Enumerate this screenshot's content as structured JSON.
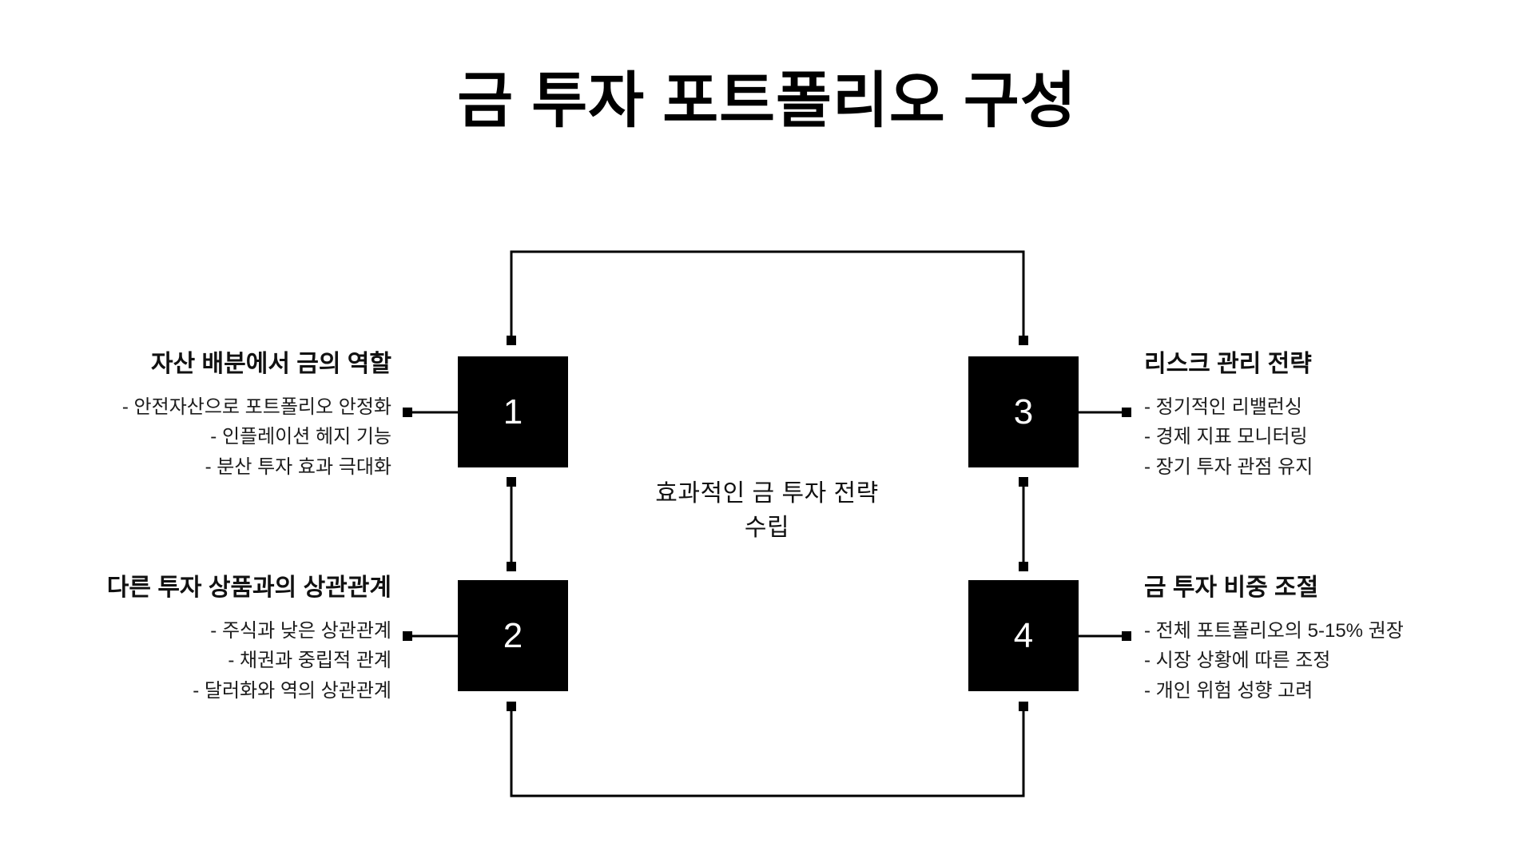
{
  "page": {
    "title": "금 투자 포트폴리오 구성",
    "background_color": "#ffffff",
    "box_color": "#000000",
    "box_text_color": "#ffffff",
    "text_color": "#111111",
    "connector_color": "#000000"
  },
  "center": {
    "caption_line1": "효과적인 금 투자 전략",
    "caption_line2": "수립"
  },
  "nodes": [
    {
      "number": "1",
      "side": "left",
      "title": "자산 배분에서 금의 역할",
      "items": [
        "- 안전자산으로 포트폴리오 안정화",
        "- 인플레이션 헤지 기능",
        "- 분산 투자 효과 극대화"
      ]
    },
    {
      "number": "2",
      "side": "left",
      "title": "다른 투자 상품과의 상관관계",
      "items": [
        "- 주식과 낮은 상관관계",
        "- 채권과 중립적 관계",
        "- 달러화와 역의 상관관계"
      ]
    },
    {
      "number": "3",
      "side": "right",
      "title": "리스크 관리 전략",
      "items": [
        "- 정기적인 리밸런싱",
        "- 경제 지표 모니터링",
        "- 장기 투자 관점 유지"
      ]
    },
    {
      "number": "4",
      "side": "right",
      "title": "금 투자 비중 조절",
      "items": [
        "- 전체 포트폴리오의 5-15% 권장",
        "- 시장 상황에 따른 조정",
        "- 개인 위험 성향 고려"
      ]
    }
  ]
}
